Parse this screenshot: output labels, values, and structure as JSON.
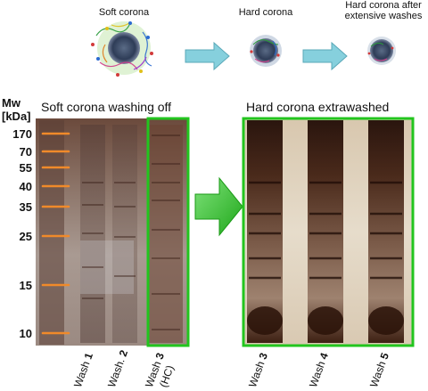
{
  "stages": [
    {
      "label": "Soft corona"
    },
    {
      "label": "Hard corona"
    },
    {
      "label": "Hard corona after extensive washes"
    }
  ],
  "left_panel": {
    "title": "Soft corona washing off",
    "mw_header": [
      "Mw",
      "[kDa]"
    ],
    "markers": [
      "170",
      "70",
      "55",
      "40",
      "35",
      "25",
      "15",
      "10"
    ],
    "lanes": [
      {
        "label": "Wash ",
        "num": "1",
        "sub": ""
      },
      {
        "label": "Wash. ",
        "num": "2",
        "sub": ""
      },
      {
        "label": "Wash ",
        "num": "3",
        "sub": "(HC)"
      }
    ]
  },
  "right_panel": {
    "title": "Hard corona extrawashed",
    "lanes": [
      {
        "label": "Wash ",
        "num": "3"
      },
      {
        "label": "Wash ",
        "num": "4"
      },
      {
        "label": "Wash ",
        "num": "5"
      }
    ]
  },
  "colors": {
    "highlight": "#22c51e",
    "arrow_small": "#86d0dd",
    "marker_band": "#f08a2a"
  }
}
